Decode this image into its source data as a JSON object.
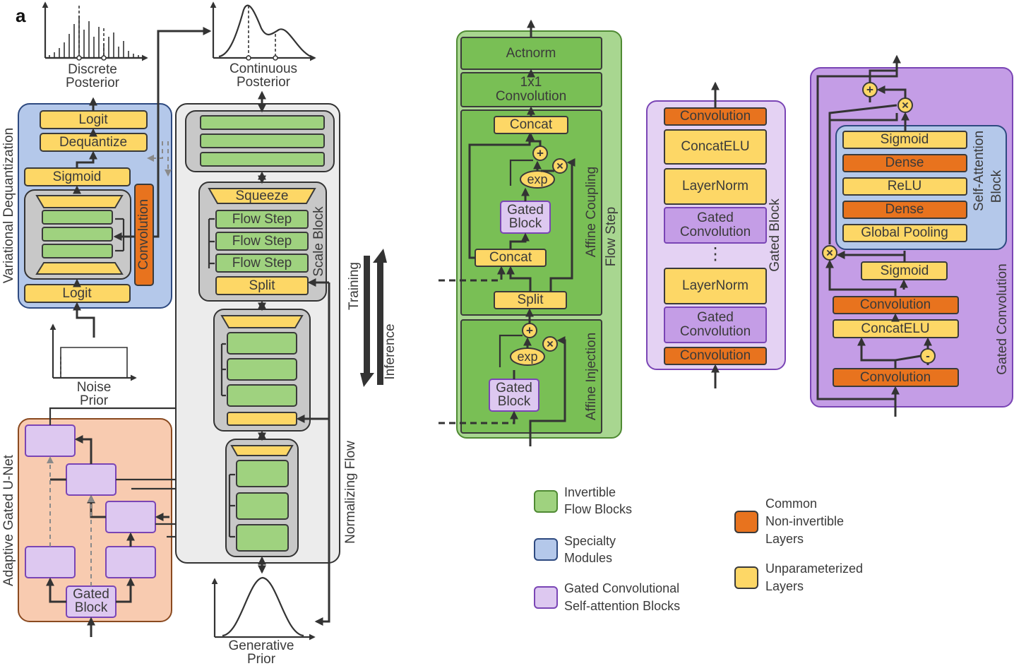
{
  "panel_label": "a",
  "colors": {
    "flow_green": "#9fd27f",
    "specialty_blue": "#b4c8ea",
    "gated_purple": "#ddc8f0",
    "noninvertible_orange": "#e8731e",
    "unparameterized_yellow": "#fdd766"
  },
  "left": {
    "discrete_posterior": [
      "Discrete",
      "Posterior"
    ],
    "continuous_posterior": [
      "Continuous",
      "Posterior"
    ],
    "noise_prior": [
      "Noise",
      "Prior"
    ],
    "generative_prior": [
      "Generative",
      "Prior"
    ],
    "vardeq": {
      "title": "Variational Dequantization",
      "logit_top": "Logit",
      "dequantize": "Dequantize",
      "sigmoid": "Sigmoid",
      "convolution": "Convolution",
      "logit_bottom": "Logit"
    },
    "unet": {
      "title": "Adaptive Gated U-Net",
      "gated_block": [
        "Gated",
        "Block"
      ]
    },
    "flow": {
      "title": "Normalizing Flow",
      "scale_block": "Scale Block",
      "squeeze": "Squeeze",
      "flow_step": "Flow Step",
      "split": "Split"
    },
    "training": "Training",
    "inference": "Inference"
  },
  "flowstep": {
    "title": "Flow Step",
    "actnorm": "Actnorm",
    "conv1x1": [
      "1x1",
      "Convolution"
    ],
    "affine_coupling": "Affine Coupling",
    "affine_injection": "Affine Injection",
    "concat": "Concat",
    "split": "Split",
    "gated_block": [
      "Gated",
      "Block"
    ],
    "exp": "exp",
    "plus": "+",
    "times": "×"
  },
  "gated_block": {
    "title": "Gated Block",
    "convolution": "Convolution",
    "concatelu": "ConcatELU",
    "layernorm": "LayerNorm",
    "gated_conv": [
      "Gated",
      "Convolution"
    ],
    "dots": "⋮"
  },
  "gated_conv": {
    "title": "Gated Convolution",
    "attention_title": [
      "Self-Attention",
      "Block"
    ],
    "sigmoid": "Sigmoid",
    "dense": "Dense",
    "relu": "ReLU",
    "global_pooling": "Global Pooling",
    "convolution": "Convolution",
    "concatelu": "ConcatELU",
    "minus": "-"
  },
  "legend": [
    {
      "label": [
        "Invertible",
        "Flow Blocks"
      ],
      "color": "#9fd27f",
      "border": "#4f8a33"
    },
    {
      "label": [
        "Specialty",
        "Modules"
      ],
      "color": "#b4c8ea",
      "border": "#2e4a80"
    },
    {
      "label": [
        "Gated Convolutional",
        "Self-attention Blocks"
      ],
      "color": "#ddc8f0",
      "border": "#7a45b5"
    },
    {
      "label": [
        "Common",
        "Non-invertible",
        "Layers"
      ],
      "color": "#e8731e",
      "border": "#3a3a3a"
    },
    {
      "label": [
        "Unparameterized",
        "Layers"
      ],
      "color": "#fdd766",
      "border": "#3a3a3a"
    }
  ]
}
